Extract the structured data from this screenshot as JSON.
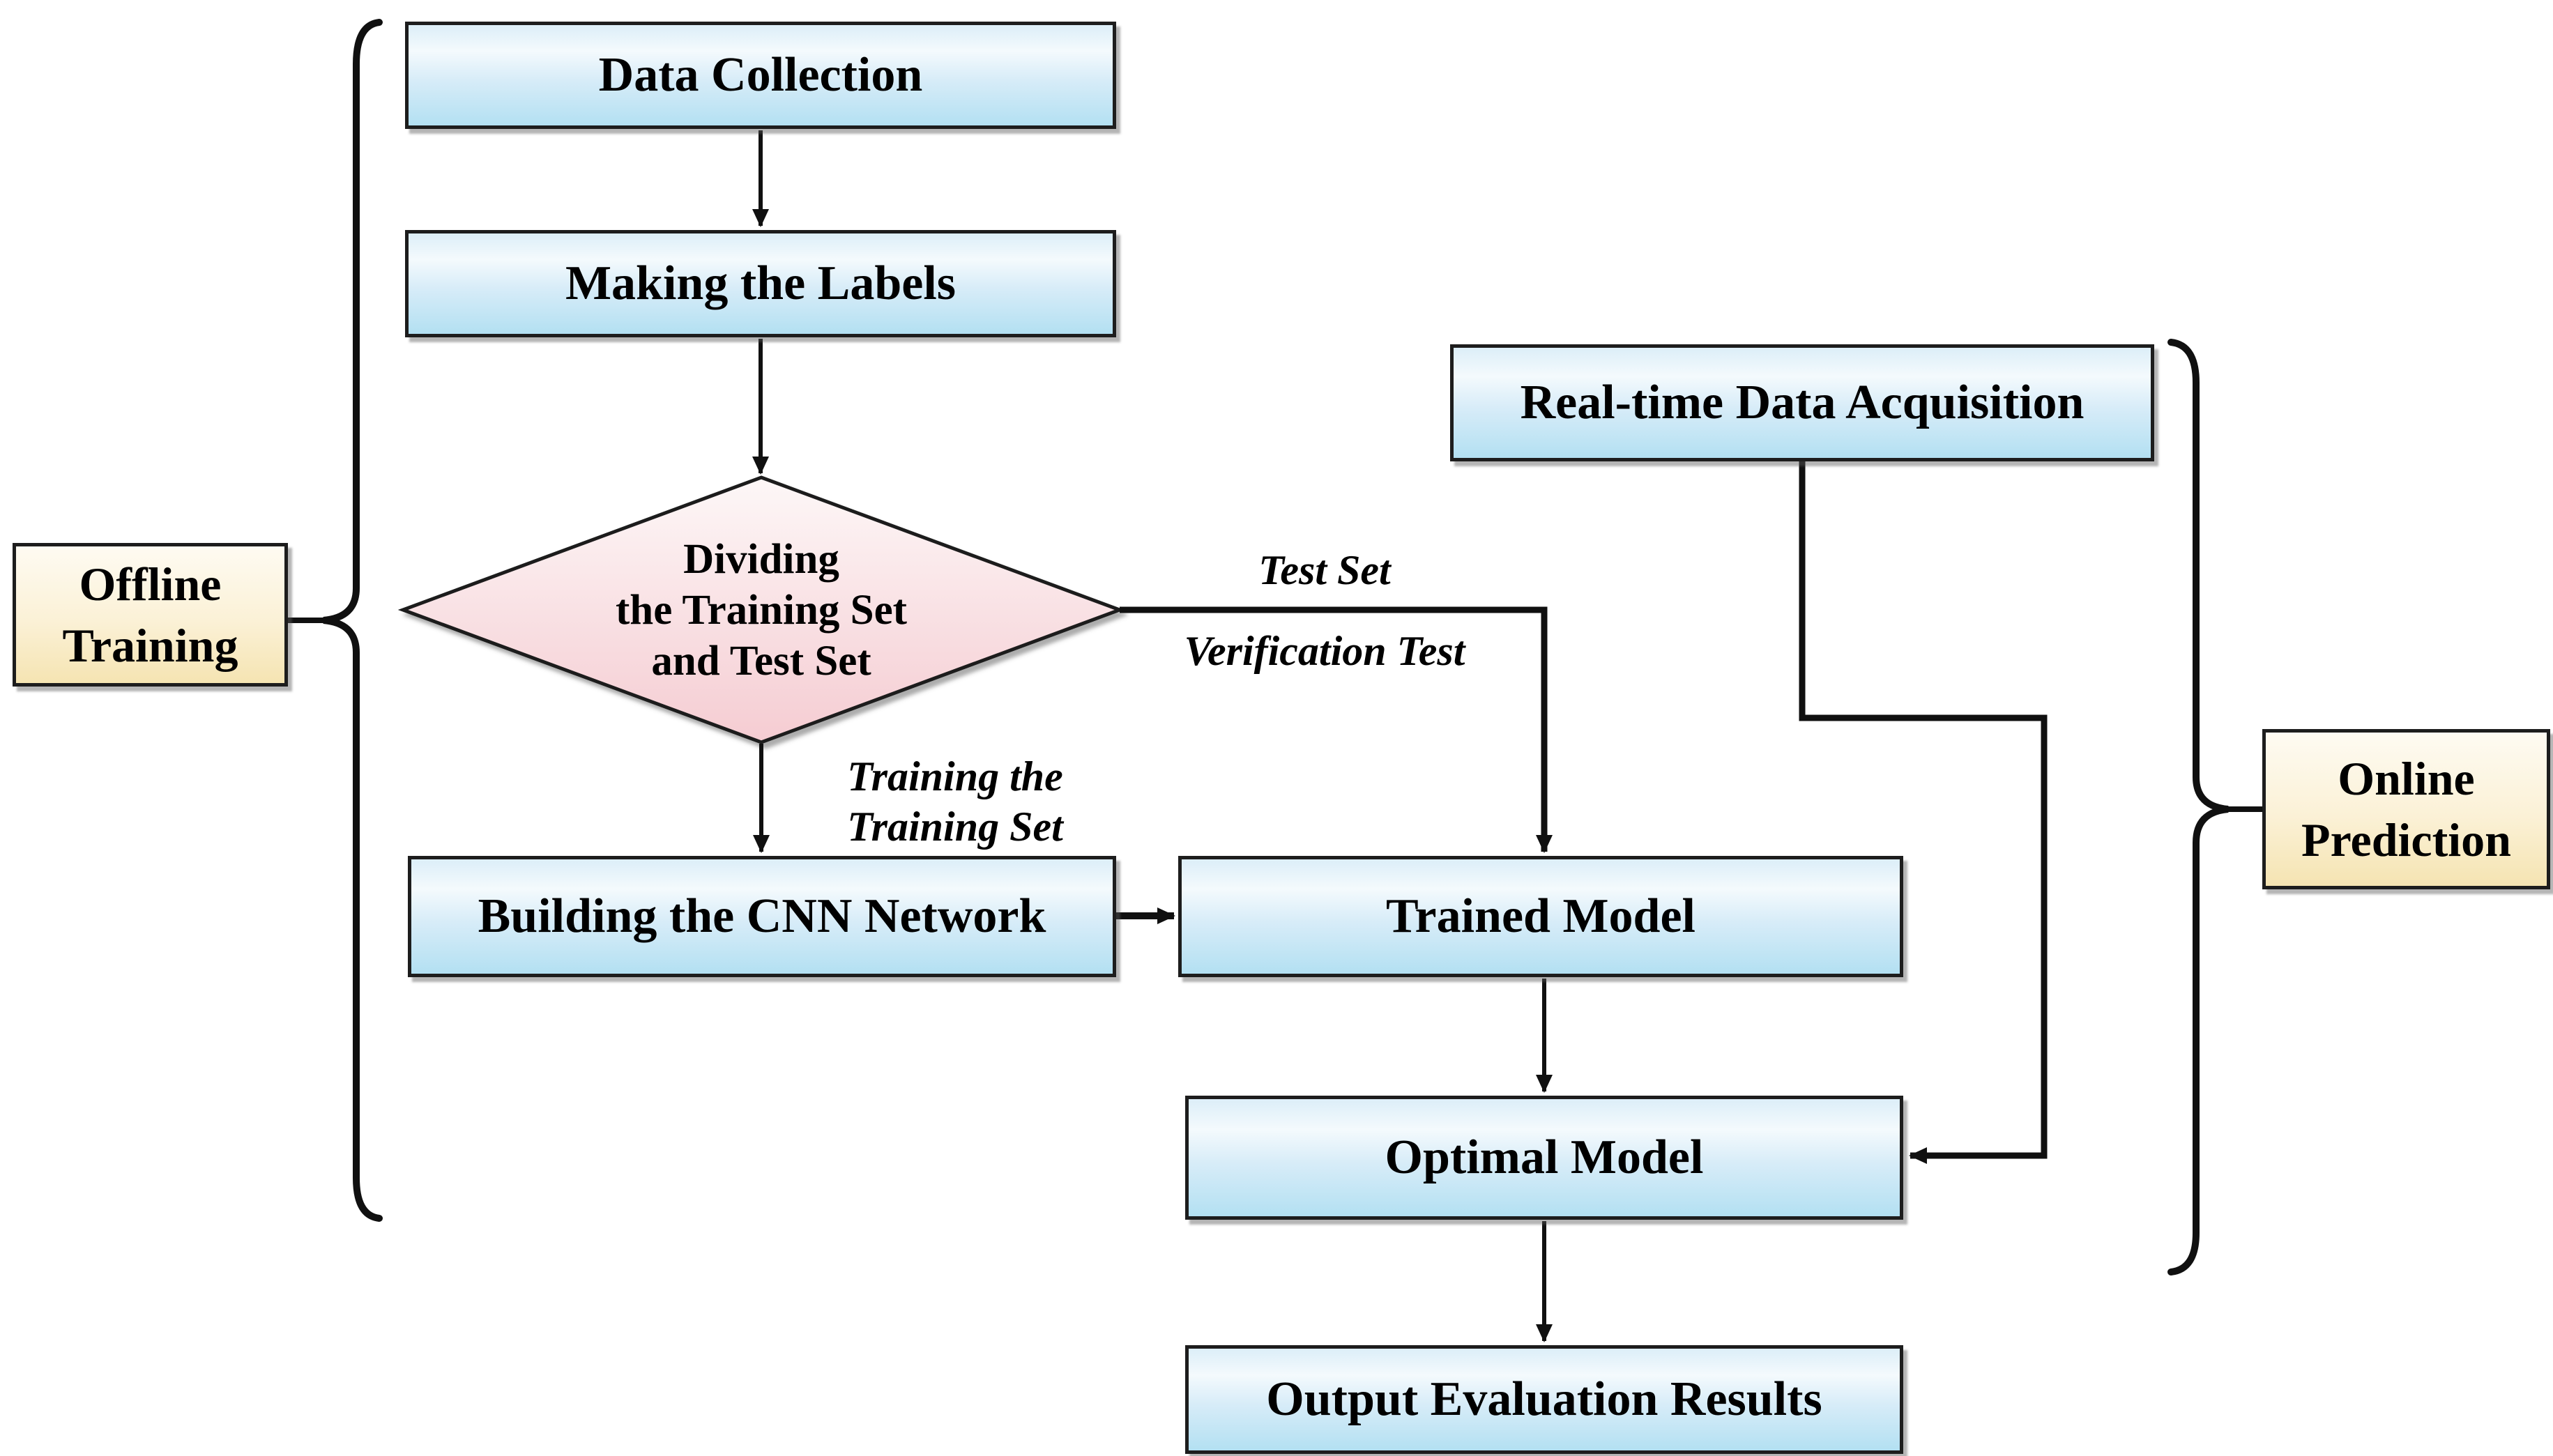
{
  "diagram": {
    "nodes": {
      "data_collection": {
        "label": "Data Collection"
      },
      "making_labels": {
        "label": "Making the Labels"
      },
      "dividing": {
        "lines": [
          "Dividing",
          "the Training Set",
          "and Test Set"
        ]
      },
      "building_cnn": {
        "label": "Building the CNN Network"
      },
      "trained_model": {
        "label": "Trained Model"
      },
      "realtime_acquisition": {
        "label": "Real-time Data Acquisition"
      },
      "optimal_model": {
        "label": "Optimal Model"
      },
      "output_results": {
        "label": "Output Evaluation Results"
      }
    },
    "edge_labels": {
      "test_set": {
        "lines": [
          "Test Set",
          "Verification Test"
        ]
      },
      "training_set": {
        "lines": [
          "Training the",
          "Training Set"
        ]
      }
    },
    "group_labels": {
      "offline": {
        "lines": [
          "Offline",
          "Training"
        ]
      },
      "online": {
        "lines": [
          "Online",
          "Prediction"
        ]
      }
    },
    "colors": {
      "node_top": "#dceef8",
      "node_hi": "#f4fafd",
      "node_mid": "#d7ecf8",
      "node_bottom": "#b3e0f2",
      "decision_top": "#fdf7f7",
      "decision_bottom": "#f5ccd2",
      "group_top": "#fefbf2",
      "group_mid": "#fbf1d6",
      "group_bottom": "#f5e4b2",
      "border": "#1d1d1d",
      "line": "#101010",
      "text": "#000000"
    }
  }
}
